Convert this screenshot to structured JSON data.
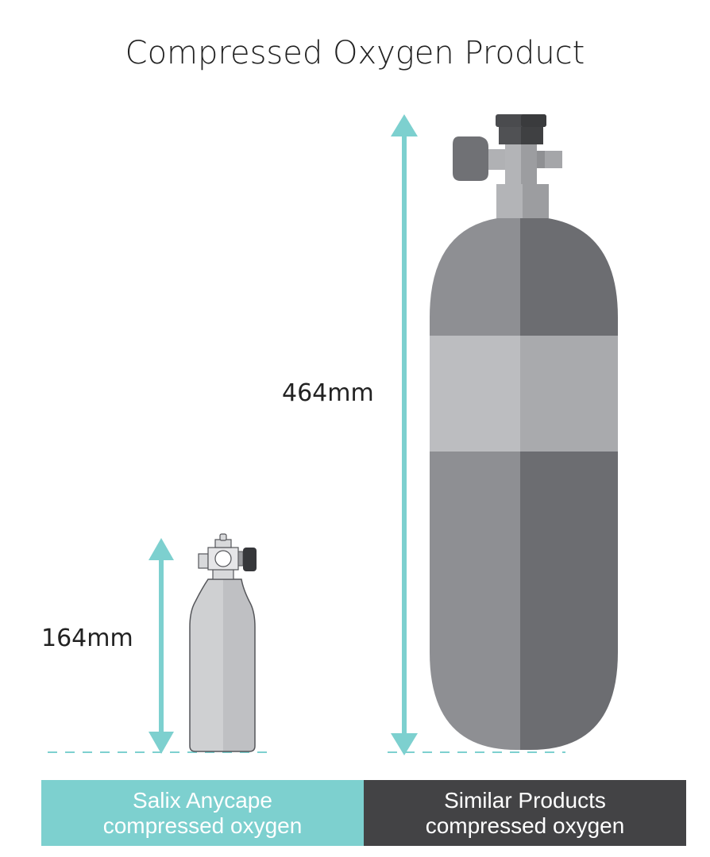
{
  "title": "Compressed Oxygen Product",
  "colors": {
    "accent": "#7dd0cf",
    "dark": "#434345",
    "small_cylinder_light": "#cfd0d2",
    "small_cylinder_shade": "#bfc0c3",
    "large_cylinder_light": "#8e8f93",
    "large_cylinder_shade": "#6c6d71",
    "large_band_light": "#bcbdc0",
    "large_band_shade": "#a9aaad"
  },
  "products": [
    {
      "height_label": "164mm",
      "height_mm": 164,
      "line1": "Salix Anycape",
      "line2": "compressed oxygen"
    },
    {
      "height_label": "464mm",
      "height_mm": 464,
      "line1": "Similar Products",
      "line2": "compressed oxygen"
    }
  ]
}
